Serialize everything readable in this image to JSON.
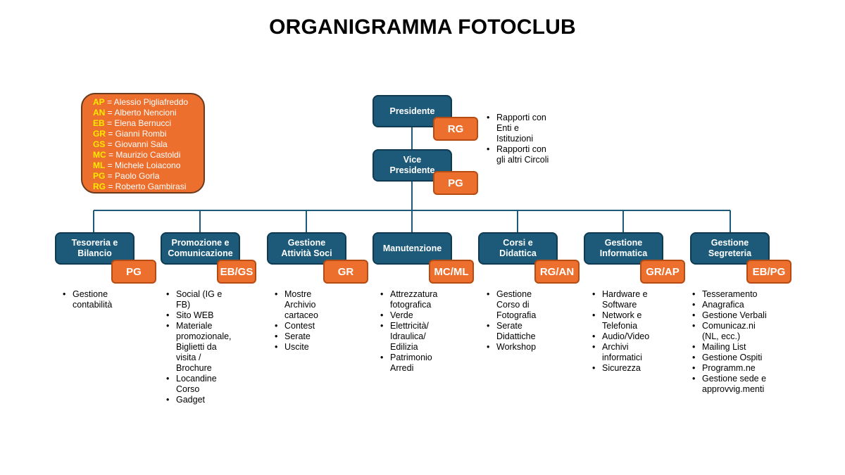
{
  "title": "ORGANIGRAMMA FOTOCLUB",
  "colors": {
    "box": "#1d5a7a",
    "tag": "#ec6f2d",
    "legend_code": "#ffea00",
    "connector": "#1d5a7a"
  },
  "legend": [
    {
      "code": "AP",
      "name": "= Alessio Pigliafreddo"
    },
    {
      "code": "AN",
      "name": "= Alberto Nencioni"
    },
    {
      "code": "EB",
      "name": "= Elena Bernucci"
    },
    {
      "code": "GR",
      "name": "= Gianni Rombi"
    },
    {
      "code": "GS",
      "name": "= Giovanni Sala"
    },
    {
      "code": "MC",
      "name": "= Maurizio Castoldi"
    },
    {
      "code": "ML",
      "name": "= Michele Loiacono"
    },
    {
      "code": "PG",
      "name": "= Paolo Gorla"
    },
    {
      "code": "RG",
      "name": "= Roberto Gambirasi"
    }
  ],
  "president": {
    "label": "Presidente",
    "tag": "RG",
    "notes": [
      "Rapporti con\nEnti e\nIstituzioni",
      "Rapporti con\ngli altri Circoli"
    ]
  },
  "vice": {
    "label": "Vice\nPresidente",
    "tag": "PG"
  },
  "departments": [
    {
      "label": "Tesoreria e\nBilancio",
      "tag": "PG",
      "items": [
        "Gestione\ncontabilità"
      ]
    },
    {
      "label": "Promozione e\nComunicazione",
      "tag": "EB/GS",
      "items": [
        "Social  (IG e\nFB)",
        "Sito WEB",
        "Materiale\npromozionale,\nBiglietti da\nvisita /\nBrochure",
        "Locandine\nCorso",
        "Gadget"
      ]
    },
    {
      "label": "Gestione\nAttività Soci",
      "tag": "GR",
      "items": [
        "Mostre\nArchivio\ncartaceo",
        "Contest",
        "Serate",
        "Uscite"
      ]
    },
    {
      "label": "Manutenzione",
      "tag": "MC/ML",
      "items": [
        "Attrezzatura\nfotografica",
        "Verde",
        "Elettricità/\nIdraulica/\nEdilizia",
        "Patrimonio\nArredi"
      ]
    },
    {
      "label": "Corsi e\nDidattica",
      "tag": "RG/AN",
      "items": [
        "Gestione\nCorso di\nFotografia",
        "Serate\nDidattiche",
        "Workshop"
      ]
    },
    {
      "label": "Gestione\nInformatica",
      "tag": "GR/AP",
      "items": [
        "Hardware e\nSoftware",
        "Network e\nTelefonia",
        "Audio/Video",
        "Archivi\ninformatici",
        "Sicurezza"
      ]
    },
    {
      "label": "Gestione\nSegreteria",
      "tag": "EB/PG",
      "items": [
        "Tesseramento",
        "Anagrafica",
        "Gestione Verbali",
        "Comunicaz.ni\n(NL, ecc.)",
        "Mailing List",
        "Gestione Ospiti",
        "Programm.ne",
        "Gestione sede e\napprovvig.menti"
      ]
    }
  ]
}
